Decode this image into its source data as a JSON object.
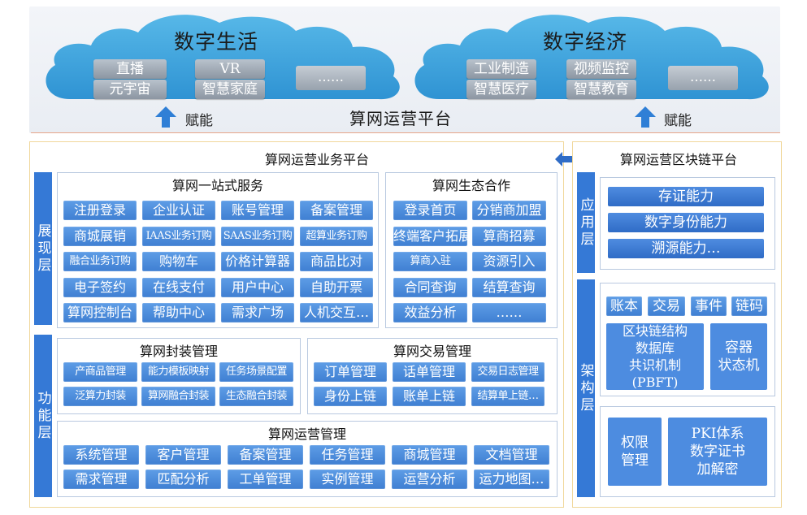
{
  "top": {
    "cloud_left": {
      "title": "数字生活",
      "chips": [
        "直播",
        "VR",
        "元宇宙",
        "智慧家庭"
      ],
      "more": "……"
    },
    "cloud_right": {
      "title": "数字经济",
      "chips": [
        "工业制造",
        "视频监控",
        "智慧医疗",
        "智慧教育"
      ],
      "more": "……"
    },
    "empower_left": "赋能",
    "empower_right": "赋能",
    "platform_title": "算网运营平台"
  },
  "business": {
    "title": "算网运营业务平台",
    "layer_present": "展现层",
    "layer_function": "功能层",
    "one_stop": {
      "title": "算网一站式服务",
      "items": [
        "注册登录",
        "企业认证",
        "账号管理",
        "备案管理",
        "商城展销",
        "IAAS业务订购",
        "SAAS业务订购",
        "超算业务订购",
        "融合业务订购",
        "购物车",
        "价格计算器",
        "商品比对",
        "电子签约",
        "在线支付",
        "用户中心",
        "自助开票",
        "算网控制台",
        "帮助中心",
        "需求广场",
        "人机交互…"
      ]
    },
    "ecosystem": {
      "title": "算网生态合作",
      "items": [
        "登录首页",
        "分销商加盟",
        "终端客户拓展",
        "算商招募",
        "算商入驻",
        "资源引入",
        "合同查询",
        "结算查询",
        "效益分析",
        "……"
      ]
    },
    "packaging": {
      "title": "算网封装管理",
      "items": [
        "产商品管理",
        "能力模板映射",
        "任务场景配置",
        "泛算力封装",
        "算网融合封装",
        "生态融合封装"
      ]
    },
    "trading": {
      "title": "算网交易管理",
      "items": [
        "订单管理",
        "话单管理",
        "交易日志管理",
        "身份上链",
        "账单上链",
        "结算单上链…"
      ]
    },
    "operation": {
      "title": "算网运营管理",
      "items": [
        "系统管理",
        "客户管理",
        "备案管理",
        "任务管理",
        "商城管理",
        "文档管理",
        "需求管理",
        "匹配分析",
        "工单管理",
        "实例管理",
        "运营分析",
        "运力地图…"
      ]
    }
  },
  "blockchain": {
    "title": "算网运营区块链平台",
    "layer_app": "应用层",
    "layer_arch": "架构层",
    "app_items": [
      "存证能力",
      "数字身份能力",
      "溯源能力…"
    ],
    "arch_top": [
      "账本",
      "交易",
      "事件",
      "链码"
    ],
    "structure_box": [
      "区块链结构",
      "数据库",
      "共识机制(PBFT)"
    ],
    "container_box": [
      "容器",
      "状态机"
    ],
    "permission_box": [
      "权限",
      "管理"
    ],
    "pki_box": [
      "PKI体系",
      "数字证书",
      "加解密"
    ]
  },
  "colors": {
    "accent": "#3f7fd2",
    "cloud": "#3ea5dc",
    "panel_border": "#f0d79a",
    "sub_border": "#b9c9e0"
  }
}
